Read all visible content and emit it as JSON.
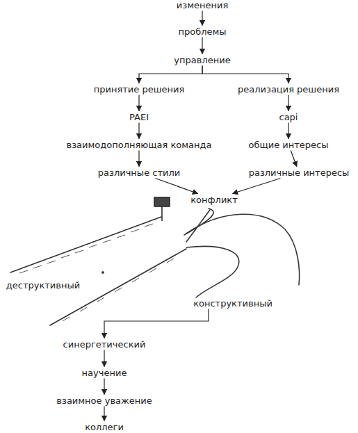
{
  "diagram": {
    "nodes": [
      {
        "text": [
          "изменения"
        ]
      },
      {
        "text": [
          "проблемы"
        ]
      },
      {
        "text": [
          "управление"
        ]
      },
      {
        "text": [
          "принятие решения"
        ]
      },
      {
        "text": [
          "реализация решения"
        ]
      },
      {
        "text": [
          "PAEI"
        ]
      },
      {
        "text": [
          "capi"
        ]
      },
      {
        "text": [
          "взаимодополняющая команда"
        ]
      },
      {
        "text": [
          "общие интересы"
        ]
      },
      {
        "text": [
          "различные стили"
        ]
      },
      {
        "text": [
          "различные интересы"
        ]
      },
      {
        "text": [
          "конфликт"
        ]
      },
      {
        "text": [
          "деструктивный"
        ]
      },
      {
        "text": [
          "конструктивный"
        ]
      },
      {
        "text": [
          "синергетический"
        ]
      },
      {
        "text": [
          "научение"
        ]
      },
      {
        "text": [
          "взаимное уважение"
        ]
      },
      {
        "text": [
          "коллеги"
        ]
      }
    ],
    "edges": [
      {
        "from": 0,
        "to": 1,
        "arrow": "to"
      },
      {
        "from": 1,
        "to": 2,
        "arrow": "to"
      },
      {
        "from": 2,
        "to": 3,
        "arrow": "to"
      },
      {
        "from": 2,
        "to": 4,
        "arrow": "to"
      },
      {
        "from": 3,
        "to": 5,
        "arrow": "to"
      },
      {
        "from": 4,
        "to": 6,
        "arrow": "to"
      },
      {
        "from": 5,
        "to": 7,
        "arrow": "to"
      },
      {
        "from": 6,
        "to": 8,
        "arrow": "to"
      },
      {
        "from": 7,
        "to": 9,
        "arrow": "to"
      },
      {
        "from": 8,
        "to": 10,
        "arrow": "to"
      },
      {
        "from": 9,
        "to": 11,
        "arrow": "to"
      },
      {
        "from": 10,
        "to": 11,
        "arrow": "to"
      },
      {
        "from": 13,
        "to": 14,
        "arrow": "to"
      },
      {
        "from": 14,
        "to": 15,
        "arrow": "to"
      },
      {
        "from": 15,
        "to": 16,
        "arrow": "to"
      },
      {
        "from": 16,
        "to": 17,
        "arrow": "to"
      }
    ]
  }
}
